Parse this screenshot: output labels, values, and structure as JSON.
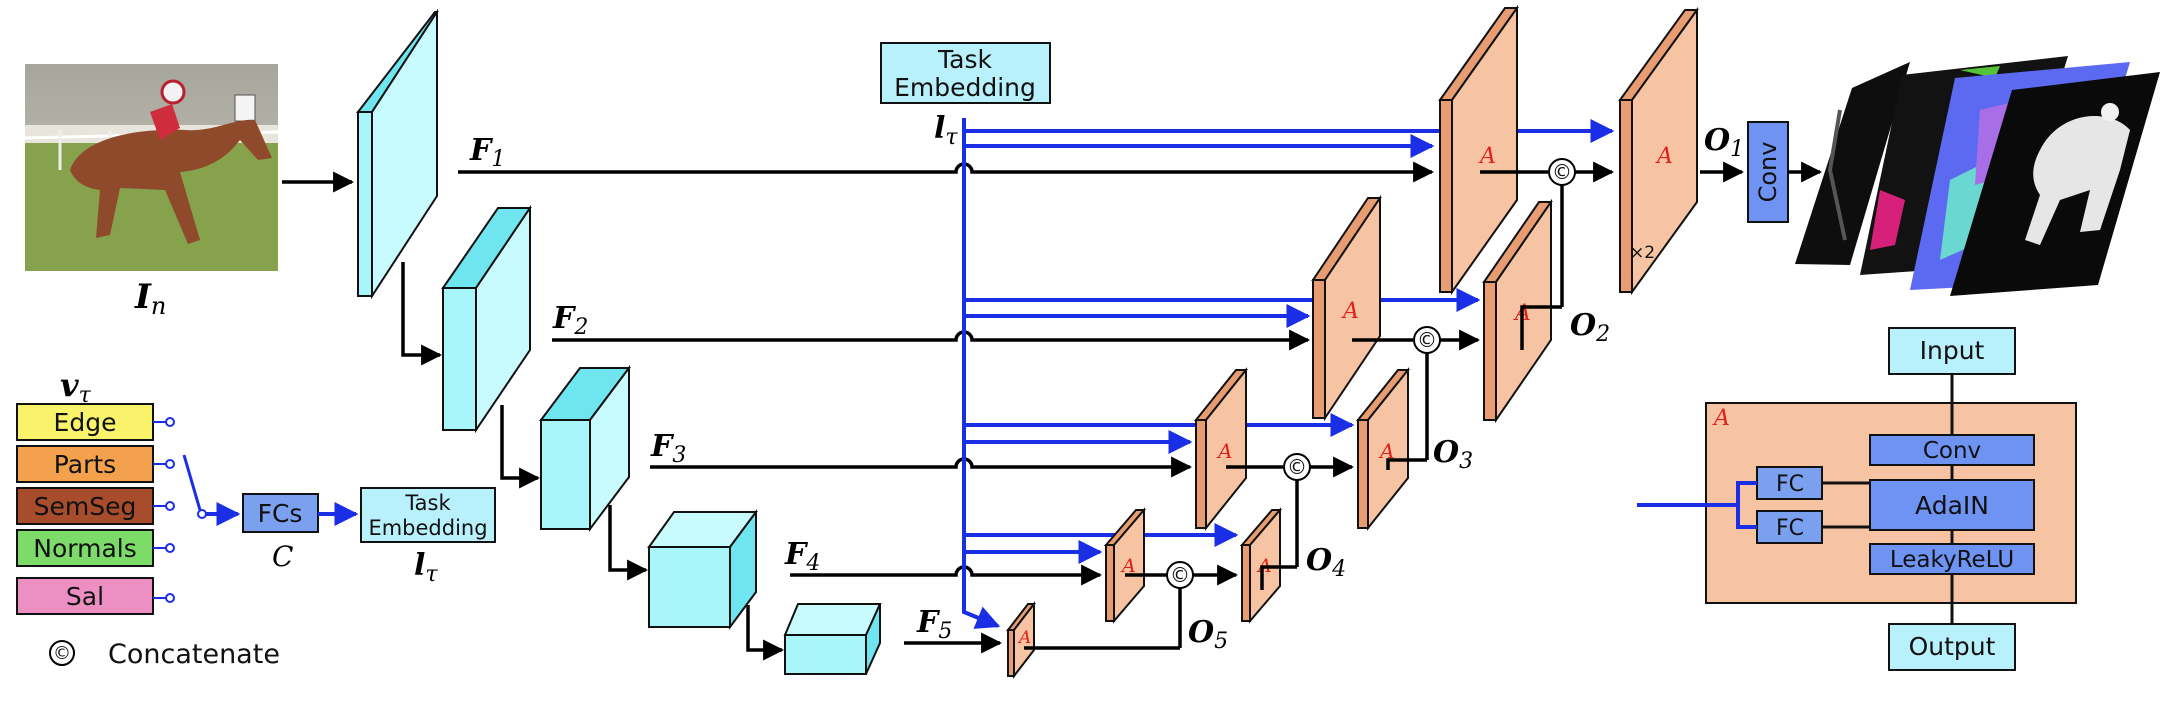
{
  "input_label": "I",
  "input_sub": "n",
  "feature_labels": [
    {
      "main": "F",
      "sub": "1"
    },
    {
      "main": "F",
      "sub": "2"
    },
    {
      "main": "F",
      "sub": "3"
    },
    {
      "main": "F",
      "sub": "4"
    },
    {
      "main": "F",
      "sub": "5"
    }
  ],
  "output_labels": [
    {
      "main": "O",
      "sub": "1"
    },
    {
      "main": "O",
      "sub": "2"
    },
    {
      "main": "O",
      "sub": "3"
    },
    {
      "main": "O",
      "sub": "4"
    },
    {
      "main": "O",
      "sub": "5"
    }
  ],
  "task_vector_label": "v",
  "task_vector_sub": "τ",
  "tasks": [
    {
      "label": "Edge",
      "color": "#f8f36a"
    },
    {
      "label": "Parts",
      "color": "#f3a14c"
    },
    {
      "label": "SemSeg",
      "color": "#a84d2c"
    },
    {
      "label": "Normals",
      "color": "#7ddb6a"
    },
    {
      "label": "Sal",
      "color": "#ee8fc3"
    }
  ],
  "fcs_label": "FCs",
  "fcs_symbol": "C",
  "task_embedding_small": [
    "Task",
    "Embedding"
  ],
  "task_embedding_top": [
    "Task",
    "Embedding"
  ],
  "embedding_symbol": "l",
  "embedding_sub": "τ",
  "concat_symbol": "©",
  "concat_label": "Concatenate",
  "adain_symbol": "A",
  "x2_label": "×2",
  "conv_label": "Conv",
  "module": {
    "symbol": "A",
    "input": "Input",
    "output": "Output",
    "conv": "Conv",
    "adain": "AdaIN",
    "leaky": "LeakyReLU",
    "fc1": "FC",
    "fc2": "FC"
  },
  "colors": {
    "blue_arrow": "#1a2ee6",
    "cyan": "#a8f6f9",
    "peach": "#f6c4a2",
    "module_bg": "#f6c4a2",
    "module_block": "#6f93f2"
  }
}
